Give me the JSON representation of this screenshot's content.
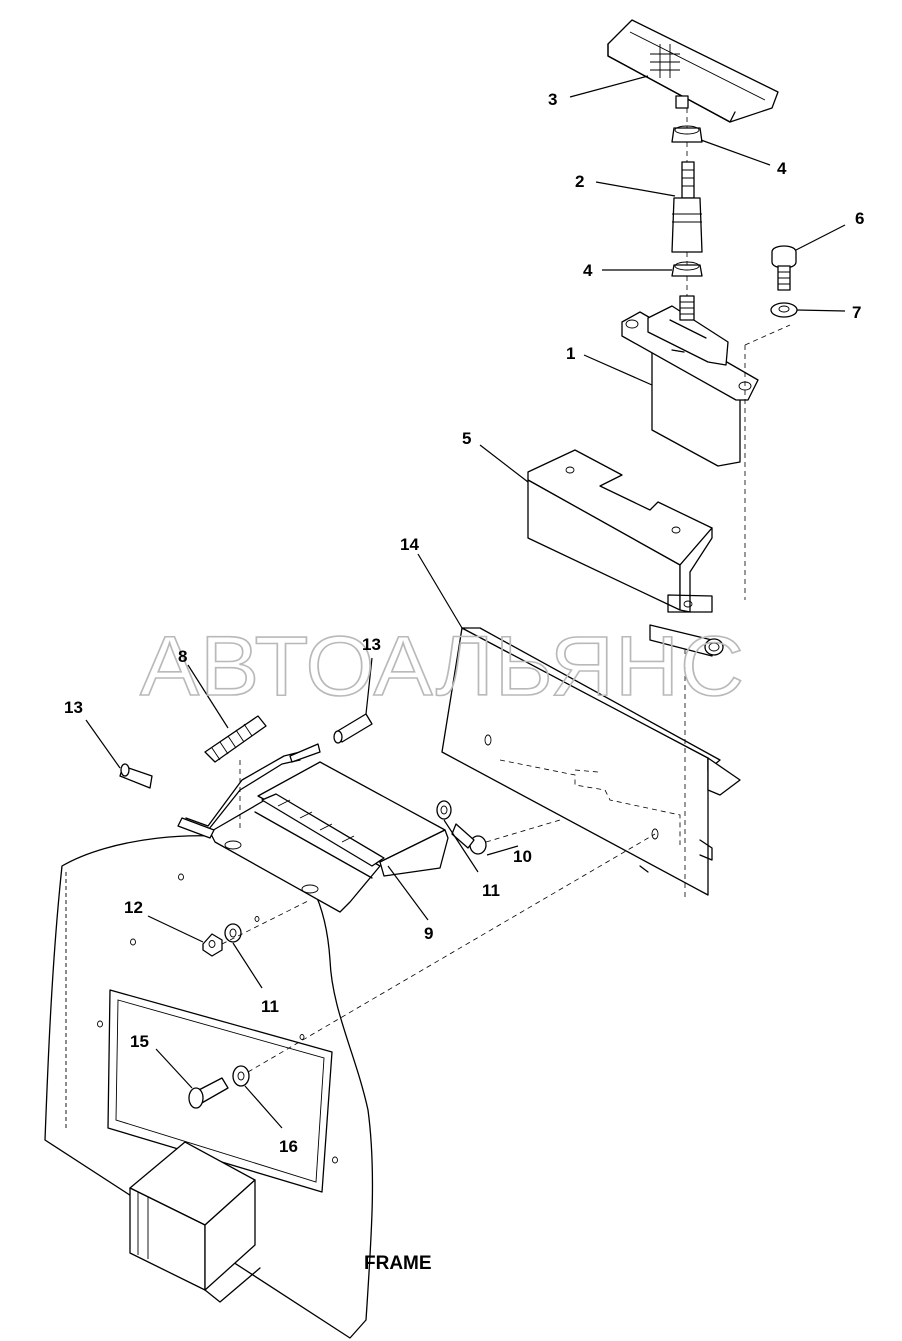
{
  "watermark": "АВТОАЛЬЯНС",
  "frame_label": "FRAME",
  "callouts": [
    {
      "id": "c3",
      "text": "3"
    },
    {
      "id": "c4a",
      "text": "4"
    },
    {
      "id": "c2",
      "text": "2"
    },
    {
      "id": "c4b",
      "text": "4"
    },
    {
      "id": "c6",
      "text": "6"
    },
    {
      "id": "c7",
      "text": "7"
    },
    {
      "id": "c1",
      "text": "1"
    },
    {
      "id": "c5",
      "text": "5"
    },
    {
      "id": "c14",
      "text": "14"
    },
    {
      "id": "c8",
      "text": "8"
    },
    {
      "id": "c13a",
      "text": "13"
    },
    {
      "id": "c13b",
      "text": "13"
    },
    {
      "id": "c10",
      "text": "10"
    },
    {
      "id": "c11a",
      "text": "11"
    },
    {
      "id": "c9",
      "text": "9"
    },
    {
      "id": "c12",
      "text": "12"
    },
    {
      "id": "c11b",
      "text": "11"
    },
    {
      "id": "c15",
      "text": "15"
    },
    {
      "id": "c16",
      "text": "16"
    }
  ]
}
